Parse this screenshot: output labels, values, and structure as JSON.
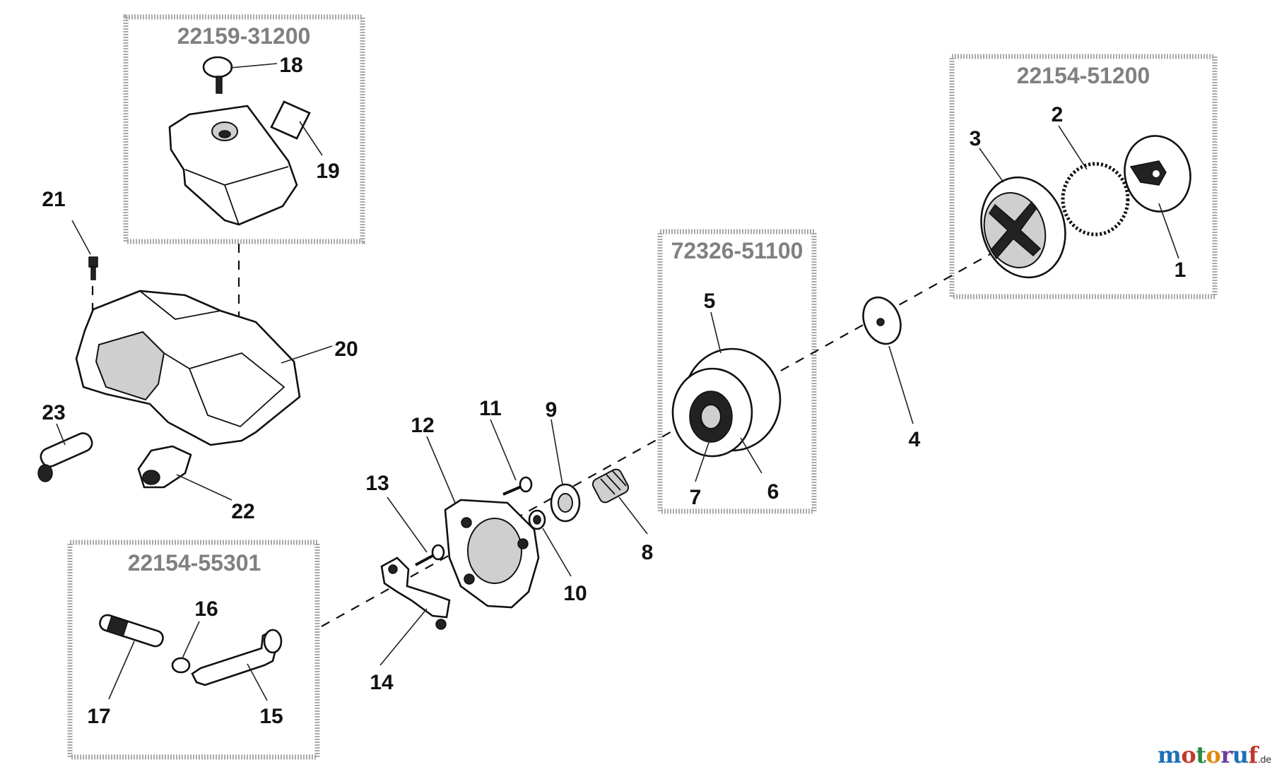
{
  "assemblies": [
    {
      "id": "top",
      "part_number": "22159-31200"
    },
    {
      "id": "clutch",
      "part_number": "22154-51200"
    },
    {
      "id": "drum",
      "part_number": "72326-51100"
    },
    {
      "id": "oilpump",
      "part_number": "22154-55301"
    }
  ],
  "callouts": [
    "1",
    "2",
    "3",
    "4",
    "5",
    "6",
    "7",
    "8",
    "9",
    "10",
    "11",
    "12",
    "13",
    "14",
    "15",
    "16",
    "17",
    "18",
    "19",
    "20",
    "21",
    "22",
    "23"
  ],
  "watermark": {
    "brand": "motoruf",
    "tld": ".de"
  }
}
